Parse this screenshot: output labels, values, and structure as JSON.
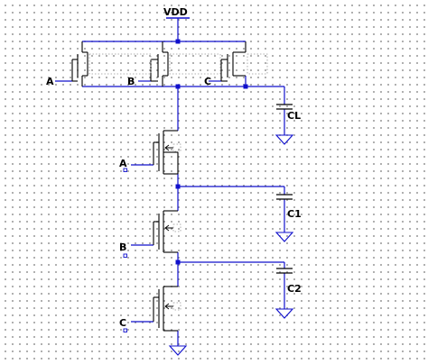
{
  "colors": {
    "wire": "#1010cc",
    "junction": "#1010cc",
    "device": "#000000",
    "label": "#000000",
    "dots": "#9a9a9a",
    "background": "#ffffff"
  },
  "labels": {
    "vdd": "VDD",
    "in_a_pmos": "A",
    "in_b_pmos": "B",
    "in_c_pmos": "C",
    "in_a_nmos": "A",
    "in_b_nmos": "B",
    "in_c_nmos": "C",
    "cap_load": "CL",
    "cap_1": "C1",
    "cap_2": "C2"
  },
  "components": {
    "pmos": [
      "pmos-a",
      "pmos-b",
      "pmos-c"
    ],
    "nmos": [
      "nmos-a",
      "nmos-b",
      "nmos-c"
    ],
    "capacitors": [
      "CL",
      "C1",
      "C2"
    ]
  }
}
